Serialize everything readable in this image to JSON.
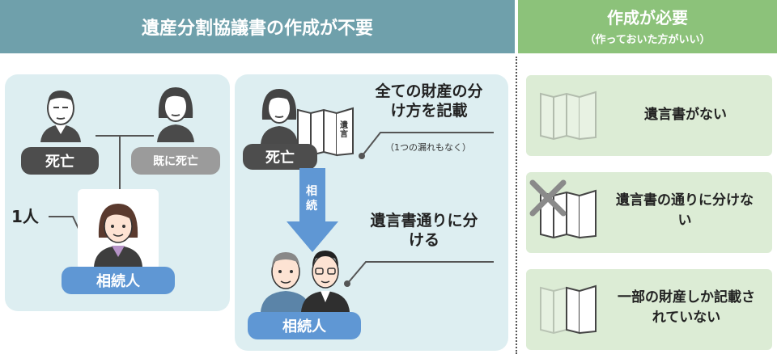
{
  "header": {
    "left_title": "遺産分割協議書の作成が不要",
    "right_title": "作成が必要",
    "right_subtitle": "（作っておいた方がいい）"
  },
  "case_single_heir": {
    "deceased_label": "死亡",
    "spouse_label": "既に死亡",
    "count_label": "1人",
    "heir_label": "相続人"
  },
  "case_will_all": {
    "deceased_label": "死亡",
    "will_text_top": "全ての財産の分け方を記載",
    "will_note": "（1つの漏れもなく）",
    "arrow_label": "相続",
    "split_text": "遺言書通りに分ける",
    "heir_label": "相続人"
  },
  "will_doc_label": "遺言",
  "needed_cases": [
    {
      "text": "遺言書がない"
    },
    {
      "text": "遺言書の通りに分けない"
    },
    {
      "text": "一部の財産しか記載されていない"
    }
  ],
  "colors": {
    "header_left": "#6fa0ab",
    "header_right": "#8cc27a",
    "panel": "#ddeef1",
    "heir_pill": "#5f97d4",
    "dead_pill": "#4d4d4d",
    "green_box": "#dcecd5"
  }
}
